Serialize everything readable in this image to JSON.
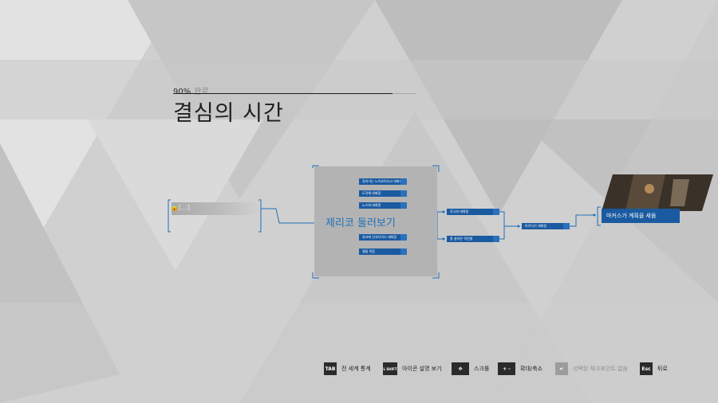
{
  "progress": {
    "percent_label": "90%",
    "sub_label": "완료",
    "value": 0.9
  },
  "chapter": {
    "title": "결심의 시간"
  },
  "flow": {
    "locked_node": {
      "label": "[...]",
      "state": "locked"
    },
    "explore_node": {
      "label": "제리코 둘러보기"
    },
    "sub_nodes": [
      {
        "label": "휴미가는 노이호이다고 대화하"
      },
      {
        "label": "도작해 대화함"
      },
      {
        "label": "노스와 대화함"
      },
      {
        "label": "뮤코에 인지다이스 대화함"
      },
      {
        "label": "결을 적음"
      }
    ],
    "branch_nodes": [
      {
        "label": "루시와 대화함"
      },
      {
        "label": "잘 살아온 역진쌀"
      }
    ],
    "merge_node": {
      "label": "아이딕기 대화함"
    },
    "final_node": {
      "label": "마커스가 계획을 세움"
    }
  },
  "footer": {
    "items": [
      {
        "key": "TAB",
        "label": "전 세계 통계",
        "icon": "tab-key-icon"
      },
      {
        "key": "L SHIFT",
        "label": "아이콘 설명 보기",
        "icon": "lshift-key-icon"
      },
      {
        "key": "✥",
        "label": "스크롤",
        "icon": "scroll-arrows-icon"
      },
      {
        "key": "+ -",
        "label": "확대/축소",
        "icon": "zoom-keys-icon"
      },
      {
        "key": "↵",
        "label": "선택된 체크포인트 없음",
        "icon": "enter-key-icon",
        "disabled": true
      },
      {
        "key": "Esc",
        "label": "뒤로",
        "icon": "esc-key-icon"
      }
    ]
  },
  "colors": {
    "accent": "#1a5aa0",
    "lock": "#d2202a",
    "text_dark": "#1e1e1e"
  }
}
